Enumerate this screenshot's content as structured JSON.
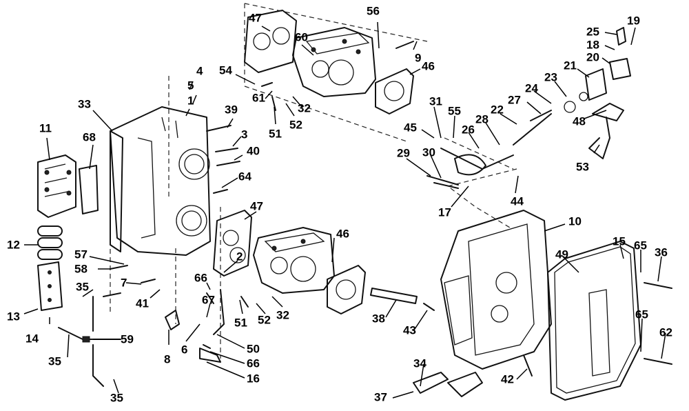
{
  "labels": [
    {
      "id": "p47a",
      "text": "47"
    },
    {
      "id": "p60",
      "text": "60"
    },
    {
      "id": "p56",
      "text": "56"
    },
    {
      "id": "p9",
      "text": "9"
    },
    {
      "id": "p46a",
      "text": "46"
    },
    {
      "id": "p54",
      "text": "54"
    },
    {
      "id": "p61",
      "text": "61"
    },
    {
      "id": "p32a",
      "text": "32"
    },
    {
      "id": "p51a",
      "text": "51"
    },
    {
      "id": "p52a",
      "text": "52"
    },
    {
      "id": "p4",
      "text": "4"
    },
    {
      "id": "p5",
      "text": "5"
    },
    {
      "id": "p1",
      "text": "1"
    },
    {
      "id": "p33",
      "text": "33"
    },
    {
      "id": "p39",
      "text": "39"
    },
    {
      "id": "p3",
      "text": "3"
    },
    {
      "id": "p40",
      "text": "40"
    },
    {
      "id": "p11",
      "text": "11"
    },
    {
      "id": "p68",
      "text": "68"
    },
    {
      "id": "p64",
      "text": "64"
    },
    {
      "id": "p47b",
      "text": "47"
    },
    {
      "id": "p12",
      "text": "12"
    },
    {
      "id": "p57",
      "text": "57"
    },
    {
      "id": "p58",
      "text": "58"
    },
    {
      "id": "p7",
      "text": "7"
    },
    {
      "id": "p41",
      "text": "41"
    },
    {
      "id": "p2",
      "text": "2"
    },
    {
      "id": "p46b",
      "text": "46"
    },
    {
      "id": "p35a",
      "text": "35"
    },
    {
      "id": "p13",
      "text": "13"
    },
    {
      "id": "p14",
      "text": "14"
    },
    {
      "id": "p66a",
      "text": "66"
    },
    {
      "id": "p67",
      "text": "67"
    },
    {
      "id": "p51b",
      "text": "51"
    },
    {
      "id": "p52b",
      "text": "52"
    },
    {
      "id": "p32b",
      "text": "32"
    },
    {
      "id": "p59",
      "text": "59"
    },
    {
      "id": "p35b",
      "text": "35"
    },
    {
      "id": "p8",
      "text": "8"
    },
    {
      "id": "p6",
      "text": "6"
    },
    {
      "id": "p50",
      "text": "50"
    },
    {
      "id": "p66b",
      "text": "66"
    },
    {
      "id": "p16",
      "text": "16"
    },
    {
      "id": "p35c",
      "text": "35"
    },
    {
      "id": "p25",
      "text": "25"
    },
    {
      "id": "p19",
      "text": "19"
    },
    {
      "id": "p18",
      "text": "18"
    },
    {
      "id": "p20",
      "text": "20"
    },
    {
      "id": "p21",
      "text": "21"
    },
    {
      "id": "p23",
      "text": "23"
    },
    {
      "id": "p24",
      "text": "24"
    },
    {
      "id": "p27",
      "text": "27"
    },
    {
      "id": "p22",
      "text": "22"
    },
    {
      "id": "p31",
      "text": "31"
    },
    {
      "id": "p55",
      "text": "55"
    },
    {
      "id": "p45",
      "text": "45"
    },
    {
      "id": "p28",
      "text": "28"
    },
    {
      "id": "p26",
      "text": "26"
    },
    {
      "id": "p48",
      "text": "48"
    },
    {
      "id": "p53",
      "text": "53"
    },
    {
      "id": "p29",
      "text": "29"
    },
    {
      "id": "p30",
      "text": "30"
    },
    {
      "id": "p44",
      "text": "44"
    },
    {
      "id": "p17",
      "text": "17"
    },
    {
      "id": "p10",
      "text": "10"
    },
    {
      "id": "p15",
      "text": "15"
    },
    {
      "id": "p65a",
      "text": "65"
    },
    {
      "id": "p36",
      "text": "36"
    },
    {
      "id": "p49",
      "text": "49"
    },
    {
      "id": "p38",
      "text": "38"
    },
    {
      "id": "p43",
      "text": "43"
    },
    {
      "id": "p65b",
      "text": "65"
    },
    {
      "id": "p62",
      "text": "62"
    },
    {
      "id": "p42",
      "text": "42"
    },
    {
      "id": "p34",
      "text": "34"
    },
    {
      "id": "p37",
      "text": "37"
    }
  ]
}
